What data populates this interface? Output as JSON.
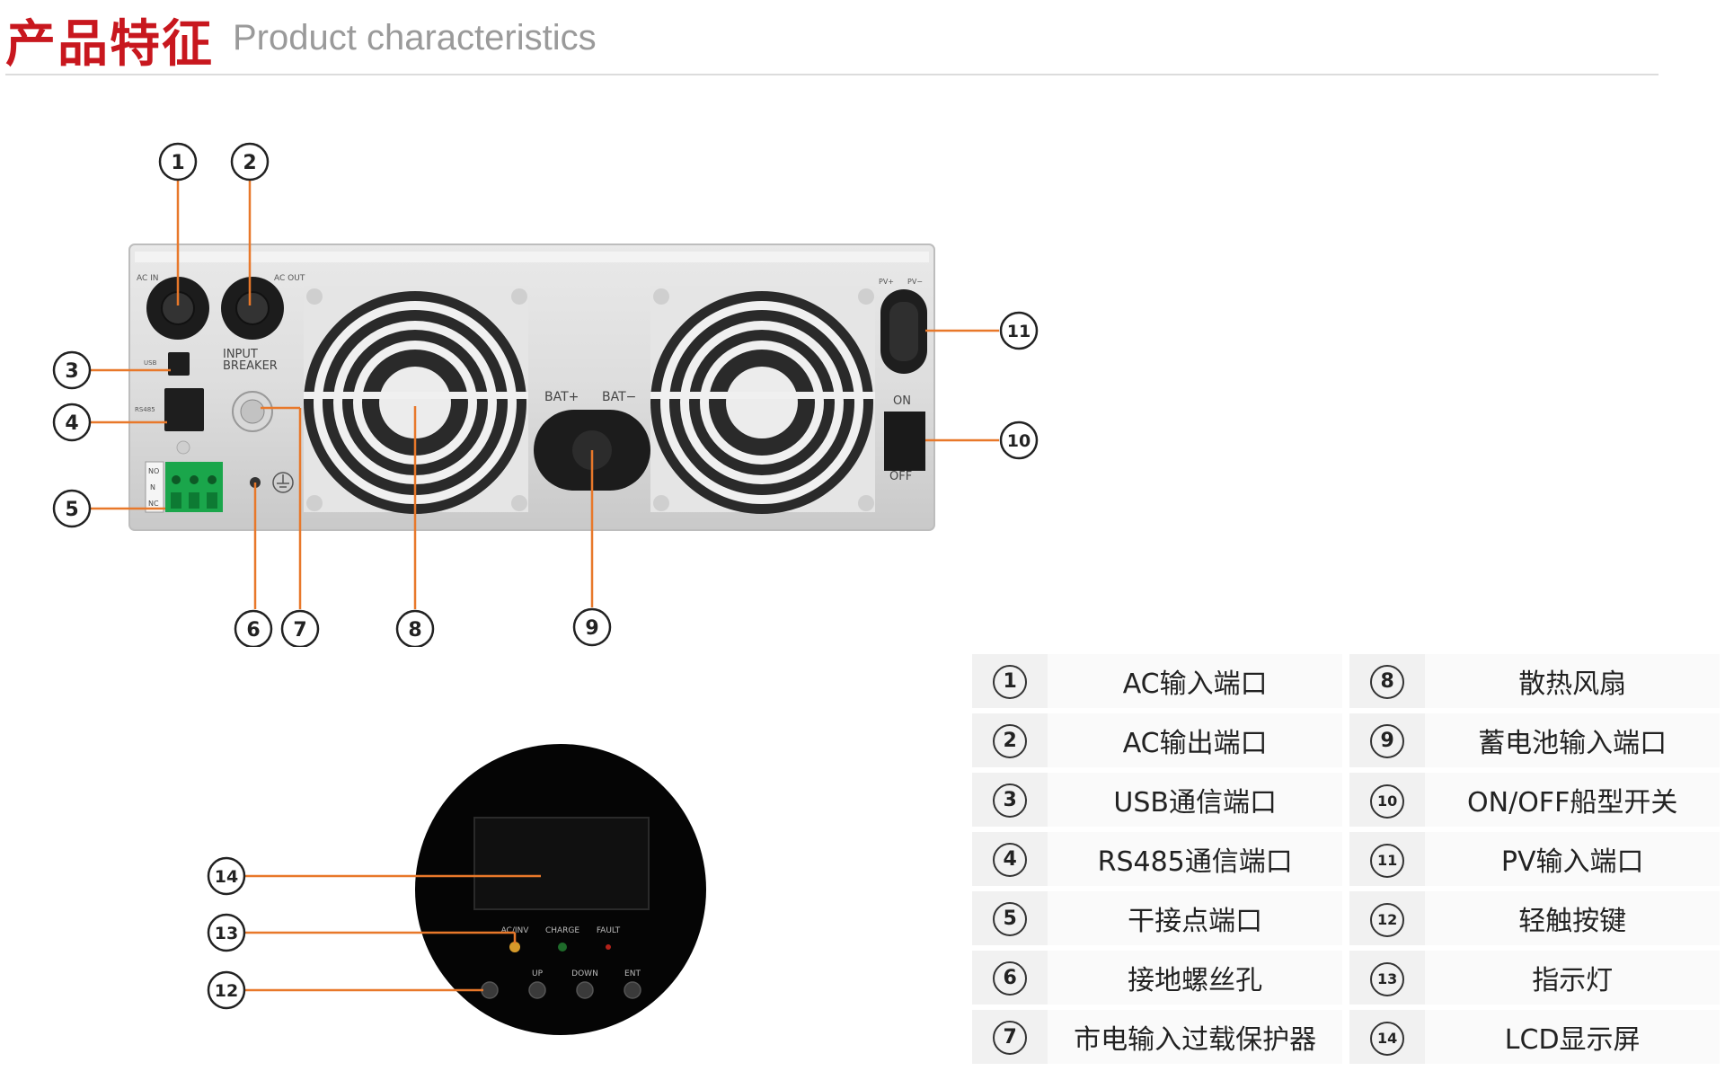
{
  "header": {
    "title_cn": "产品特征",
    "title_en": "Product characteristics"
  },
  "device_labels": {
    "ac_in": "AC IN",
    "ac_out": "AC OUT",
    "usb": "USB",
    "rs485": "RS485",
    "input_breaker_1": "INPUT",
    "input_breaker_2": "BREAKER",
    "bat_plus": "BAT+",
    "bat_minus": "BAT−",
    "pv_plus": "PV+",
    "pv_minus": "PV−",
    "on": "ON",
    "off": "OFF",
    "terminal_no": "NO",
    "terminal_n": "N",
    "terminal_nc": "NC"
  },
  "panel_labels": {
    "acinv": "AC/INV",
    "charge": "CHARGE",
    "fault": "FAULT",
    "up": "UP",
    "down": "DOWN",
    "ent": "ENT"
  },
  "callouts": {
    "c1": "1",
    "c2": "2",
    "c3": "3",
    "c4": "4",
    "c5": "5",
    "c6": "6",
    "c7": "7",
    "c8": "8",
    "c9": "9",
    "c10": "10",
    "c11": "11",
    "c12": "12",
    "c13": "13",
    "c14": "14"
  },
  "legend": {
    "rows": [
      {
        "n1": "1",
        "l1": "AC输入端口",
        "n2": "8",
        "l2": "散热风扇"
      },
      {
        "n1": "2",
        "l1": "AC输出端口",
        "n2": "9",
        "l2": "蓄电池输入端口"
      },
      {
        "n1": "3",
        "l1": "USB通信端口",
        "n2": "10",
        "l2": "ON/OFF船型开关"
      },
      {
        "n1": "4",
        "l1": "RS485通信端口",
        "n2": "11",
        "l2": "PV输入端口"
      },
      {
        "n1": "5",
        "l1": "干接点端口",
        "n2": "12",
        "l2": "轻触按键"
      },
      {
        "n1": "6",
        "l1": "接地螺丝孔",
        "n2": "13",
        "l2": "指示灯"
      },
      {
        "n1": "7",
        "l1": "市电输入过载保护器",
        "n2": "14",
        "l2": "LCD显示屏"
      }
    ]
  },
  "colors": {
    "accent": "#c8171e",
    "leader": "#e8782a",
    "terminal_green": "#1aa64b"
  }
}
